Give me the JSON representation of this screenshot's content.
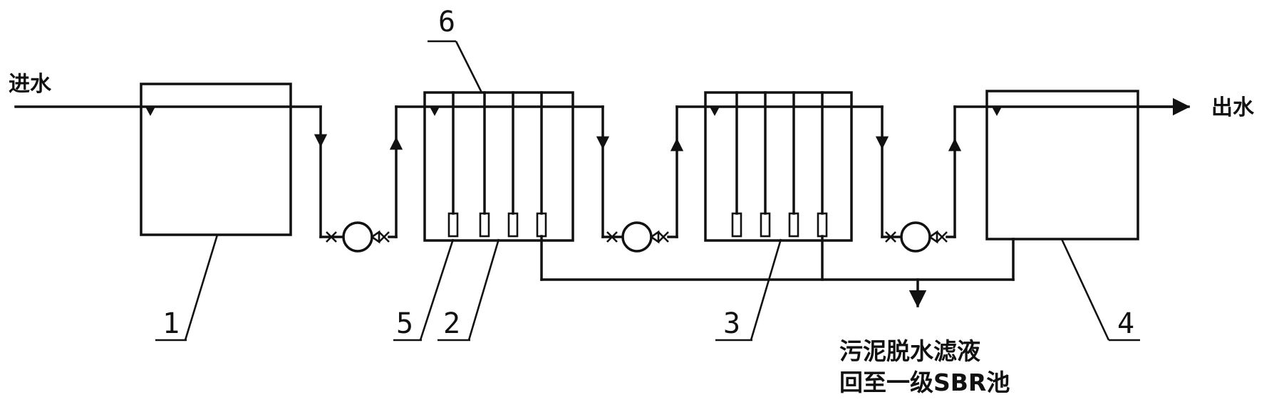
{
  "labels": {
    "inlet": "进水",
    "outlet": "出水",
    "return_line1": "污泥脱水滤液",
    "return_line2": "回至一级SBR池"
  },
  "callouts": [
    "1",
    "2",
    "3",
    "4",
    "5",
    "6"
  ],
  "colors": {
    "line": "#111111",
    "background": "#ffffff"
  }
}
